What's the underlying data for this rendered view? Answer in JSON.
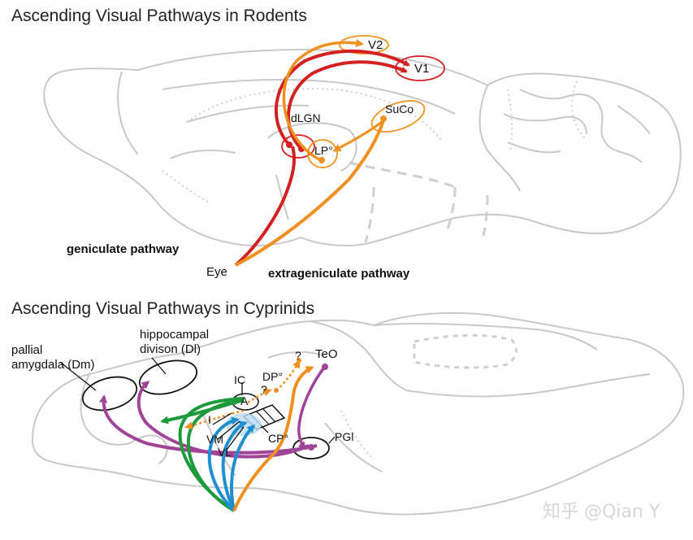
{
  "rodents": {
    "title": "Ascending Visual Pathways in Rodents",
    "labels": {
      "v2": "V2",
      "v1": "V1",
      "suco": "SuCo",
      "dlgn": "dLGN",
      "lp": "LP°",
      "eye": "Eye",
      "geniculate": "geniculate pathway",
      "extrageniculate": "extrageniculate pathway"
    }
  },
  "cyprinids": {
    "title": "Ascending Visual Pathways in Cyprinids",
    "labels": {
      "pallial_line1": "pallial",
      "pallial_line2": "amygdala (Dm)",
      "hippo_line1": "hippocampal",
      "hippo_line2": "divison (Dl)",
      "teo": "TeO",
      "q1": "?",
      "dp": "DP°",
      "q2": "?",
      "ic": "IC",
      "a": "A",
      "i": "I",
      "vm": "VM",
      "vl": "VL",
      "cp": "CP°",
      "pgl": "PGl"
    }
  },
  "watermark": "知乎 @Qian Y",
  "colors": {
    "geniculate": "#d42020",
    "extrageniculate": "#f0901e",
    "purple": "#a0449a",
    "green": "#1d9a3c",
    "blue": "#1f8fd0",
    "brain_outline": "#c8c8c8"
  }
}
